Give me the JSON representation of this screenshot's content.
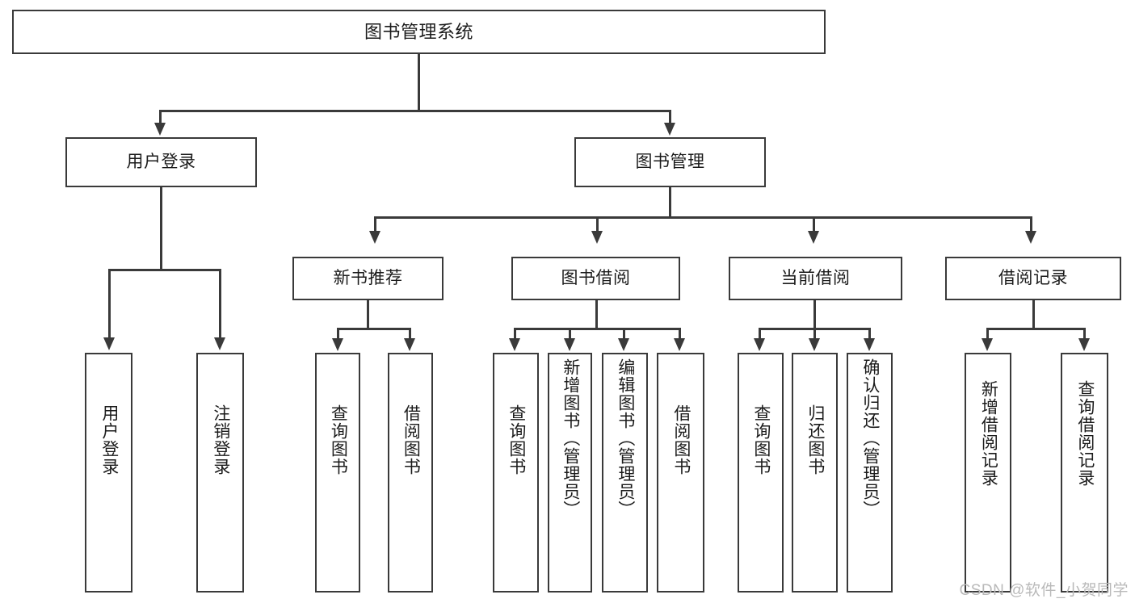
{
  "diagram": {
    "title": "图书管理系统",
    "type": "tree",
    "watermark": "CSDN @软件_小贺同学",
    "root": {
      "id": "root",
      "label": "图书管理系统"
    },
    "level2": [
      {
        "id": "user-login",
        "label": "用户登录"
      },
      {
        "id": "book-manage",
        "label": "图书管理"
      }
    ],
    "level3": [
      {
        "id": "new-book-recommend",
        "label": "新书推荐"
      },
      {
        "id": "book-borrow",
        "label": "图书借阅"
      },
      {
        "id": "current-borrow",
        "label": "当前借阅"
      },
      {
        "id": "borrow-record",
        "label": "借阅记录"
      }
    ],
    "leaves": {
      "user_login": [
        {
          "id": "leaf-user-login",
          "label": "用户登录"
        },
        {
          "id": "leaf-logout-login",
          "label": "注销登录"
        }
      ],
      "new_book_recommend": [
        {
          "id": "leaf-query-book-1",
          "label": "查询图书"
        },
        {
          "id": "leaf-borrow-book-1",
          "label": "借阅图书"
        }
      ],
      "book_borrow": [
        {
          "id": "leaf-query-book-2",
          "label": "查询图书"
        },
        {
          "id": "leaf-add-book",
          "label": "新增图书（管理员）"
        },
        {
          "id": "leaf-edit-book",
          "label": "编辑图书（管理员）"
        },
        {
          "id": "leaf-borrow-book-2",
          "label": "借阅图书"
        }
      ],
      "current_borrow": [
        {
          "id": "leaf-query-book-3",
          "label": "查询图书"
        },
        {
          "id": "leaf-return-book",
          "label": "归还图书"
        },
        {
          "id": "leaf-confirm-return",
          "label": "确认归还（管理员）"
        }
      ],
      "borrow_record": [
        {
          "id": "leaf-add-borrow-record",
          "label": "新增借阅记录"
        },
        {
          "id": "leaf-query-borrow-record",
          "label": "查询借阅记录"
        }
      ]
    },
    "colors": {
      "stroke": "#3a3a3a",
      "fill": "#ffffff",
      "text": "#1b1b1b",
      "watermark": "#b9b9b9"
    }
  }
}
